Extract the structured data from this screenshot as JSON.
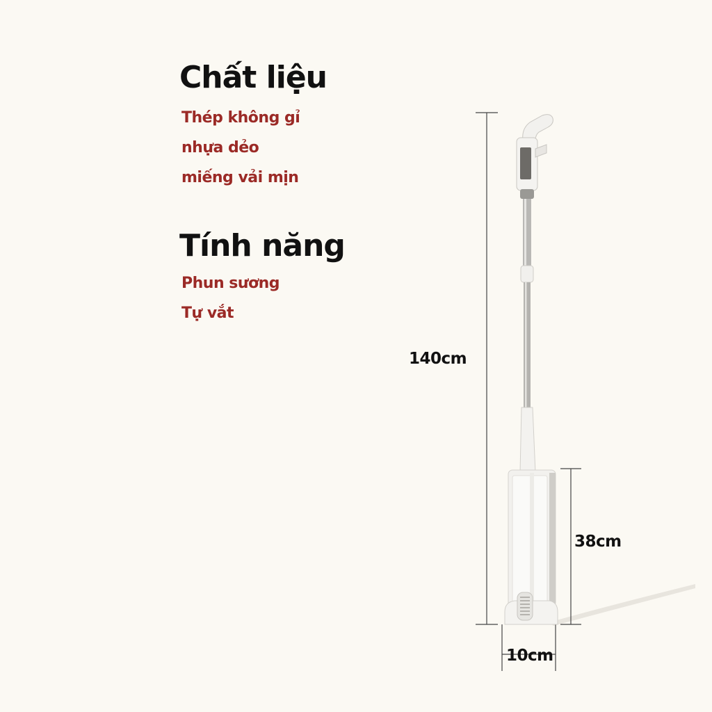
{
  "material": {
    "title": "Chất liệu",
    "items": [
      "Thép không gỉ",
      "nhựa dẻo",
      "miếng vải mịn"
    ]
  },
  "features": {
    "title": "Tính năng",
    "items": [
      "Phun sương",
      "Tự vắt"
    ]
  },
  "dimensions": {
    "height": "140cm",
    "pad_height": "38cm",
    "pad_width": "10cm"
  },
  "colors": {
    "background": "#fbf9f3",
    "heading": "#111111",
    "accent": "#9b2a26"
  }
}
